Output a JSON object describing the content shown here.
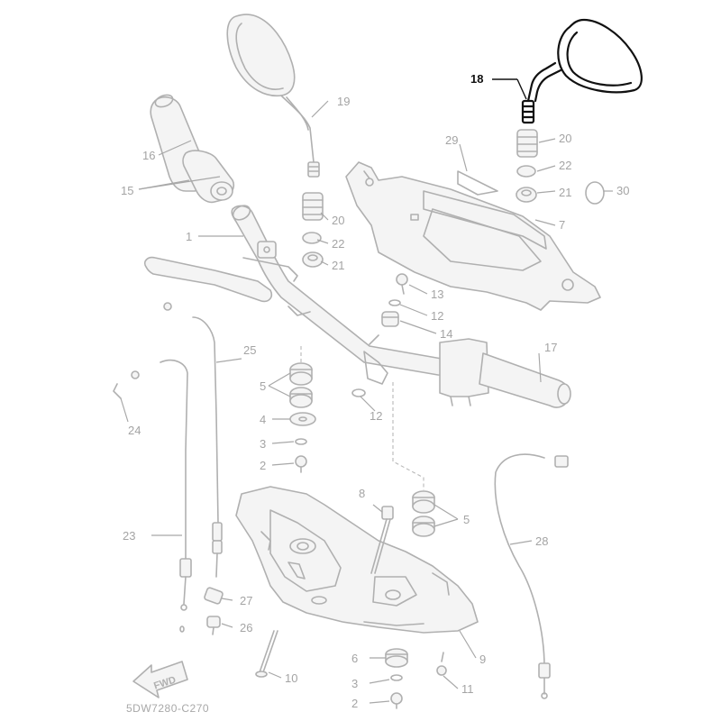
{
  "diagram_code": "5DW7280-C270",
  "fwd_label": "FWD",
  "callouts": {
    "c1": "1",
    "c2a": "2",
    "c2b": "2",
    "c3a": "3",
    "c3b": "3",
    "c4": "4",
    "c5a": "5",
    "c5b": "5",
    "c6": "6",
    "c7": "7",
    "c8": "8",
    "c9": "9",
    "c10": "10",
    "c11": "11",
    "c12a": "12",
    "c12b": "12",
    "c13": "13",
    "c14": "14",
    "c15": "15",
    "c16": "16",
    "c17": "17",
    "c18": "18",
    "c19": "19",
    "c20a": "20",
    "c20b": "20",
    "c21a": "21",
    "c21b": "21",
    "c22a": "22",
    "c22b": "22",
    "c23": "23",
    "c24": "24",
    "c25": "25",
    "c26": "26",
    "c27": "27",
    "c28": "28",
    "c29": "29",
    "c30": "30"
  },
  "highlighted_part": "18",
  "colors": {
    "highlight": "#111111",
    "ghost": "#b0b0b0",
    "background": "#ffffff"
  }
}
